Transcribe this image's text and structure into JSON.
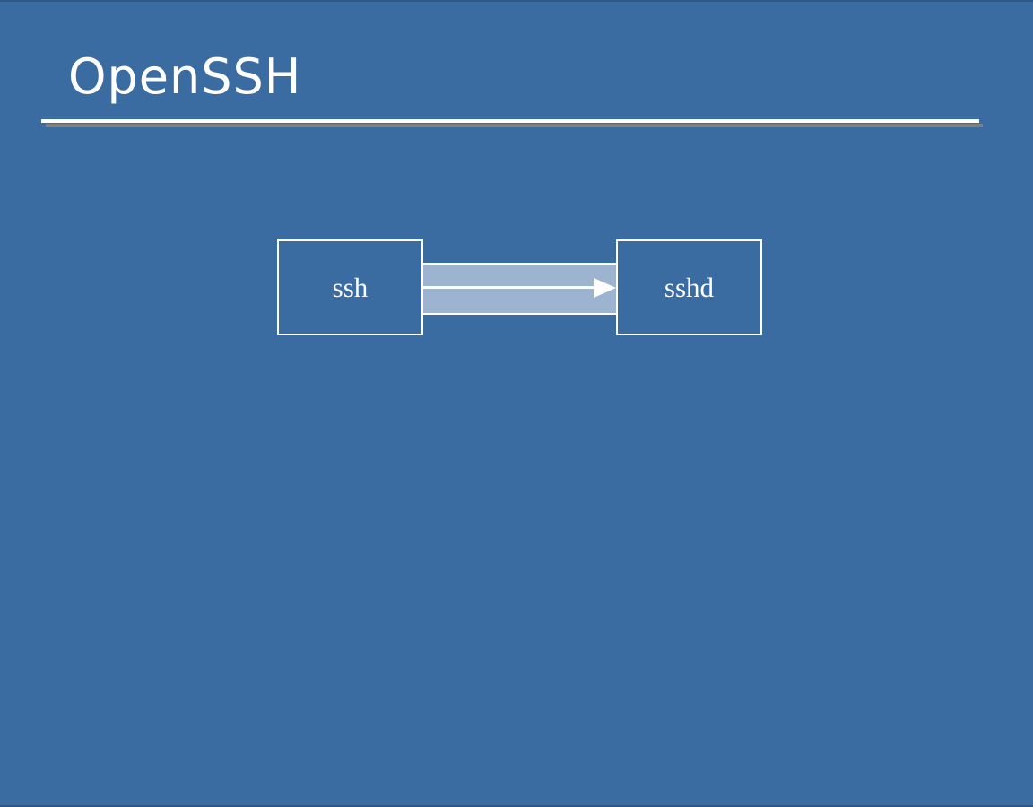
{
  "slide": {
    "title": "OpenSSH",
    "colors": {
      "background": "#3a6ca2",
      "title_text": "#ffffff",
      "title_rule": "#ffffff",
      "title_rule_shadow": "#7f7f7f",
      "box_border": "#ffffff",
      "box_label_text": "#ffffff",
      "connector_band": "#9cb4cf",
      "arrow": "#ffffff"
    }
  },
  "diagram": {
    "nodes": [
      {
        "id": "ssh-client",
        "label": "ssh"
      },
      {
        "id": "sshd-server",
        "label": "sshd"
      }
    ],
    "connector": {
      "from": "ssh",
      "to": "sshd",
      "direction": "right"
    }
  }
}
